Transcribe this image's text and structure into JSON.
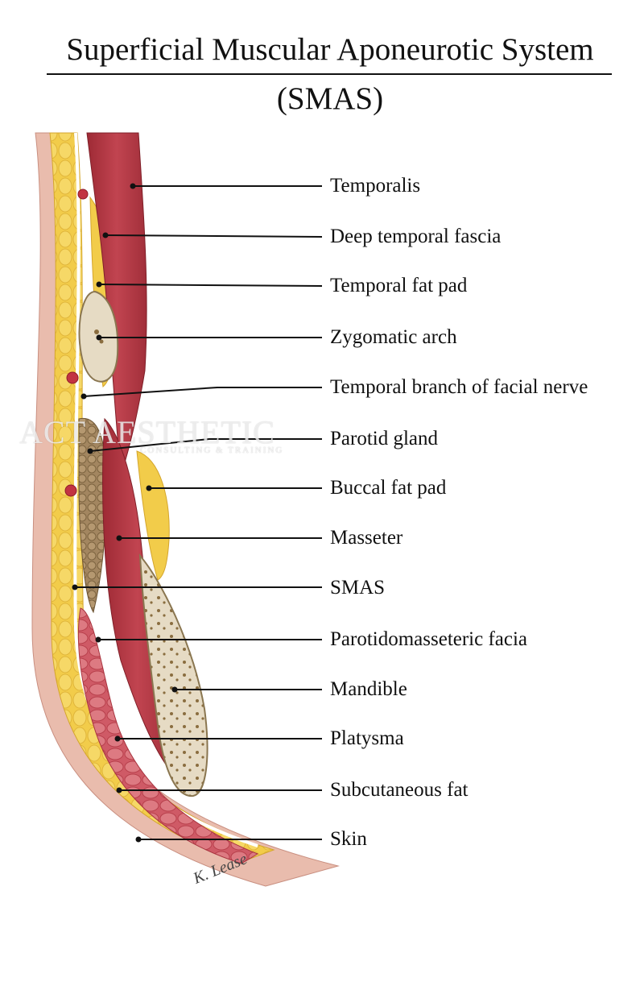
{
  "title": "Superficial Muscular Aponeurotic System",
  "subtitle": "(SMAS)",
  "labels": [
    "Temporalis",
    "Deep temporal fascia",
    "Temporal fat pad",
    "Zygomatic arch",
    "Temporal branch of facial nerve",
    "Parotid gland",
    "Buccal fat pad",
    "Masseter",
    "SMAS",
    "Parotidomasseteric facia",
    "Mandible",
    "Platysma",
    "Subcutaneous fat",
    "Skin"
  ],
  "watermark": {
    "logo": "ACT",
    "brand": "AESTHETIC",
    "tagline": "CONSULTING & TRAINING"
  },
  "signature": "K. Lease",
  "colors": {
    "skin": "#e8b9aa",
    "fat": "#f2cc4a",
    "muscle": "#b5343e",
    "bone": "#e6dbc4",
    "gland": "#9d8159",
    "platysma": "#d86b74"
  }
}
